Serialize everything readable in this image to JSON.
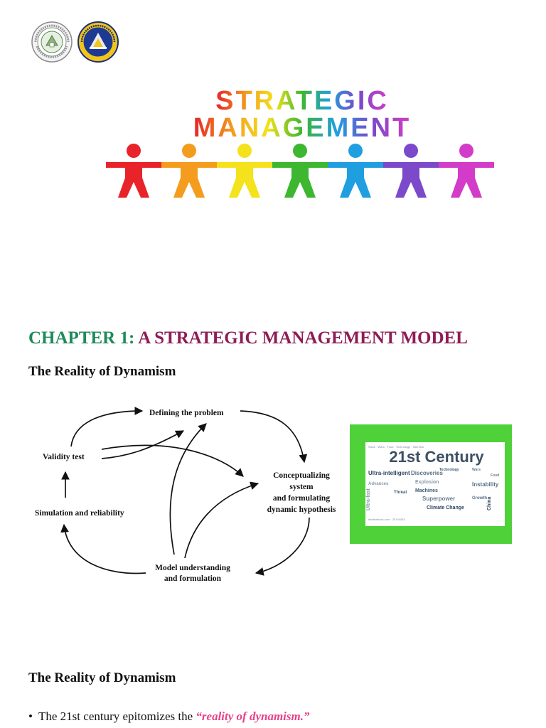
{
  "logos": {
    "left": {
      "name": "Lipa City Colleges seal",
      "ring_text": "LIPA CITY COLLEGES",
      "year": "1947"
    },
    "right": {
      "name": "Lipa City Colleges emblem",
      "ring_text": "LIPA CITY COLLEGES"
    }
  },
  "banner": {
    "line1": "STRATEGIC",
    "line2": "MANAGEMENT",
    "figure_colors": [
      "#e8232a",
      "#f39c1e",
      "#f4e21c",
      "#3cb72f",
      "#1f9fe0",
      "#7b49c9",
      "#d33cc8"
    ]
  },
  "chapter": {
    "number": "CHAPTER 1:",
    "title": "A STRATEGIC MANAGEMENT MODEL"
  },
  "section1": {
    "heading": "The Reality of Dynamism"
  },
  "diagram": {
    "defining": "Defining the problem",
    "validity": "Validity test",
    "concept1": "Conceptualizing",
    "concept2": "system",
    "concept3": "and formulating",
    "concept4": "dynamic hypothesis",
    "simulation": "Simulation and reliability",
    "model1": "Model understanding",
    "model2": "and formulation"
  },
  "wordcloud": {
    "title": "21st Century",
    "words": [
      "Ultra-intelligent",
      "Discoveries",
      "Explosion",
      "Machines",
      "Superpower",
      "Climate Change",
      "Instability",
      "Advances",
      "Technology",
      "Wars",
      "China",
      "Growth",
      "Ultra-fast",
      "Threat",
      "Food"
    ],
    "frame_color": "#4fd13a"
  },
  "section2": {
    "heading": "The Reality of Dynamism"
  },
  "bullet": {
    "marker": "•",
    "text": "The 21st century epitomizes the ",
    "emphasis": "“reality of dynamism.”"
  }
}
